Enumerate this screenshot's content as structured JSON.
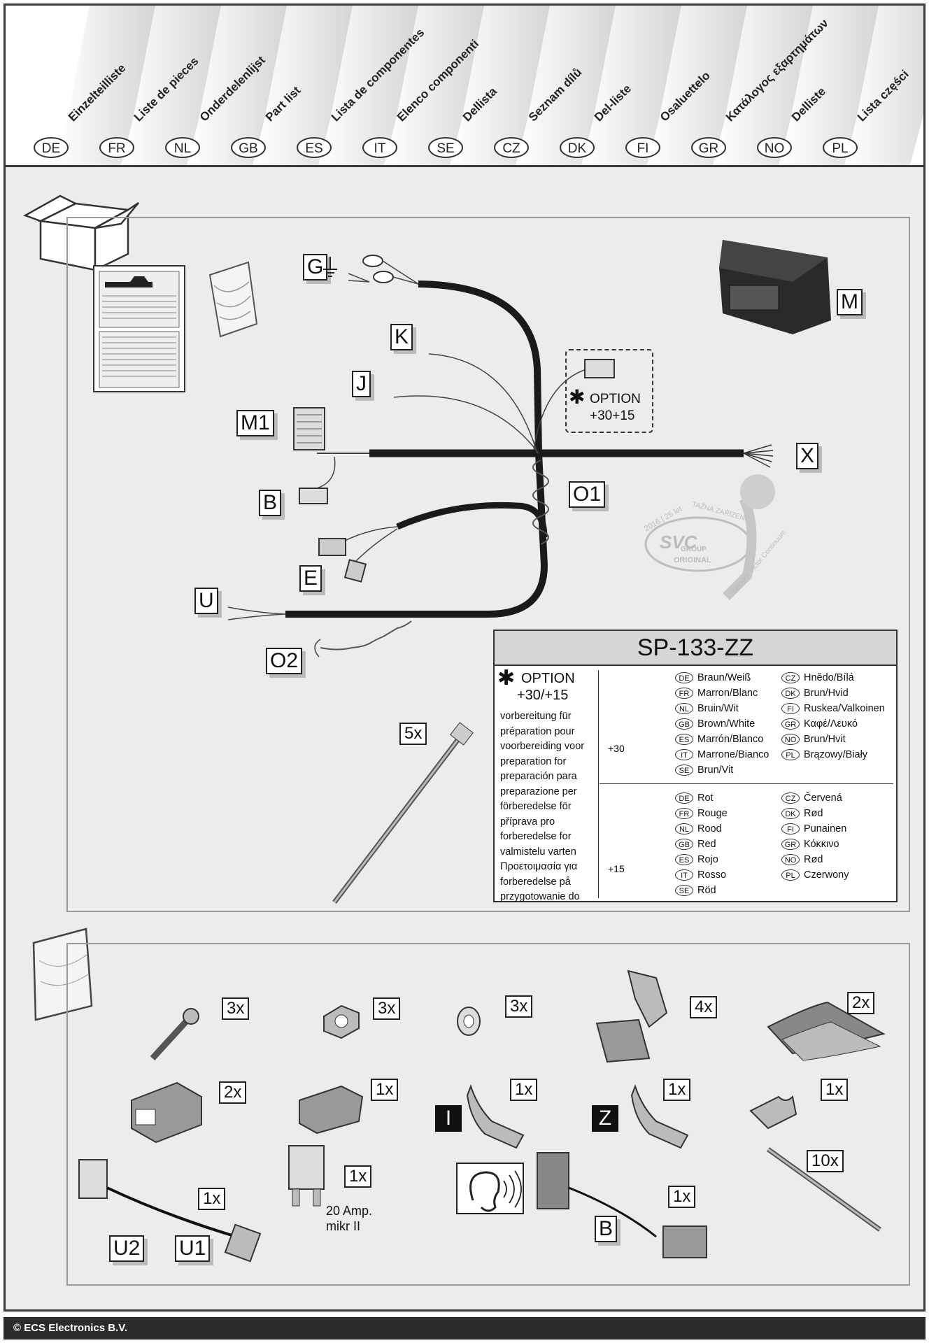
{
  "header": {
    "languages": [
      {
        "code": "DE",
        "title": "Einzelteilliste"
      },
      {
        "code": "FR",
        "title": "Liste de pieces"
      },
      {
        "code": "NL",
        "title": "Onderdelenlijst"
      },
      {
        "code": "GB",
        "title": "Part list"
      },
      {
        "code": "ES",
        "title": "Lista de componentes"
      },
      {
        "code": "IT",
        "title": "Elenco componenti"
      },
      {
        "code": "SE",
        "title": "Dellista"
      },
      {
        "code": "CZ",
        "title": "Seznam dílů"
      },
      {
        "code": "DK",
        "title": "Del-liste"
      },
      {
        "code": "FI",
        "title": "Osaluettelo"
      },
      {
        "code": "GR",
        "title": "Κατάλογος εξαρτημάτων"
      },
      {
        "code": "NO",
        "title": "Delliste"
      },
      {
        "code": "PL",
        "title": "Lista części"
      }
    ]
  },
  "diagram": {
    "labels": {
      "G": "G",
      "K": "K",
      "J": "J",
      "M1": "M1",
      "B": "B",
      "E": "E",
      "U": "U",
      "O2": "O2",
      "O1": "O1",
      "X": "X",
      "M": "M"
    },
    "option_star": "✱",
    "option_text": "OPTION",
    "option_value": "+30+15",
    "tie_qty": "5x"
  },
  "watermark": {
    "year_line": "2016 | 25 let",
    "arc_top": "TAŽNÁ ZAŘÍZENÍ",
    "brand": "SVC",
    "group": "GROUP",
    "original": "ORIGINAL",
    "side": "Semper Victor Continuum"
  },
  "info_box": {
    "title": "SP-133-ZZ",
    "option_label": "OPTION",
    "option_values": "+30/+15",
    "preparation": [
      "vorbereitung für",
      "préparation pour",
      "voorbereiding voor",
      "preparation for",
      "preparación para",
      "preparazione per",
      "förberedelse för",
      "příprava pro",
      "forberedelse for",
      "valmistelu varten",
      "Προετοιμασία για",
      "forberedelse på",
      "przygotowanie do"
    ],
    "plus30_label": "+30",
    "plus15_label": "+15",
    "plus30_colors_a": [
      {
        "code": "DE",
        "text": "Braun/Weiß"
      },
      {
        "code": "FR",
        "text": "Marron/Blanc"
      },
      {
        "code": "NL",
        "text": "Bruin/Wit"
      },
      {
        "code": "GB",
        "text": "Brown/White"
      },
      {
        "code": "ES",
        "text": "Marrón/Blanco"
      },
      {
        "code": "IT",
        "text": "Marrone/Bianco"
      },
      {
        "code": "SE",
        "text": "Brun/Vit"
      }
    ],
    "plus30_colors_b": [
      {
        "code": "CZ",
        "text": "Hnědo/Bílá"
      },
      {
        "code": "DK",
        "text": "Brun/Hvid"
      },
      {
        "code": "FI",
        "text": "Ruskea/Valkoinen"
      },
      {
        "code": "GR",
        "text": "Καφέ/Λευκό"
      },
      {
        "code": "NO",
        "text": "Brun/Hvit"
      },
      {
        "code": "PL",
        "text": "Brązowy/Biały"
      }
    ],
    "plus15_colors_a": [
      {
        "code": "DE",
        "text": "Rot"
      },
      {
        "code": "FR",
        "text": "Rouge"
      },
      {
        "code": "NL",
        "text": "Rood"
      },
      {
        "code": "GB",
        "text": "Red"
      },
      {
        "code": "ES",
        "text": "Rojo"
      },
      {
        "code": "IT",
        "text": "Rosso"
      },
      {
        "code": "SE",
        "text": "Röd"
      }
    ],
    "plus15_colors_b": [
      {
        "code": "CZ",
        "text": "Červená"
      },
      {
        "code": "DK",
        "text": "Rød"
      },
      {
        "code": "FI",
        "text": "Punainen"
      },
      {
        "code": "GR",
        "text": "Κόκκινο"
      },
      {
        "code": "NO",
        "text": "Rød"
      },
      {
        "code": "PL",
        "text": "Czerwony"
      }
    ]
  },
  "parts": {
    "screw_qty": "3x",
    "nut_qty": "3x",
    "washer_qty": "3x",
    "clip_qty": "4x",
    "pad_qty": "2x",
    "housing_qty": "2x",
    "plug_qty": "1x",
    "term_i_qty": "1x",
    "term_z_qty": "1x",
    "term_plain_qty": "1x",
    "adapter_qty": "1x",
    "fuse_qty": "1x",
    "buzzer_qty": "1x",
    "ties_qty": "10x",
    "label_I": "I",
    "label_Z": "Z",
    "label_U2": "U2",
    "label_U1": "U1",
    "label_B": "B",
    "fuse_line1": "20 Amp.",
    "fuse_line2": "mikr II"
  },
  "footer": {
    "copyright": "© ECS Electronics B.V."
  }
}
